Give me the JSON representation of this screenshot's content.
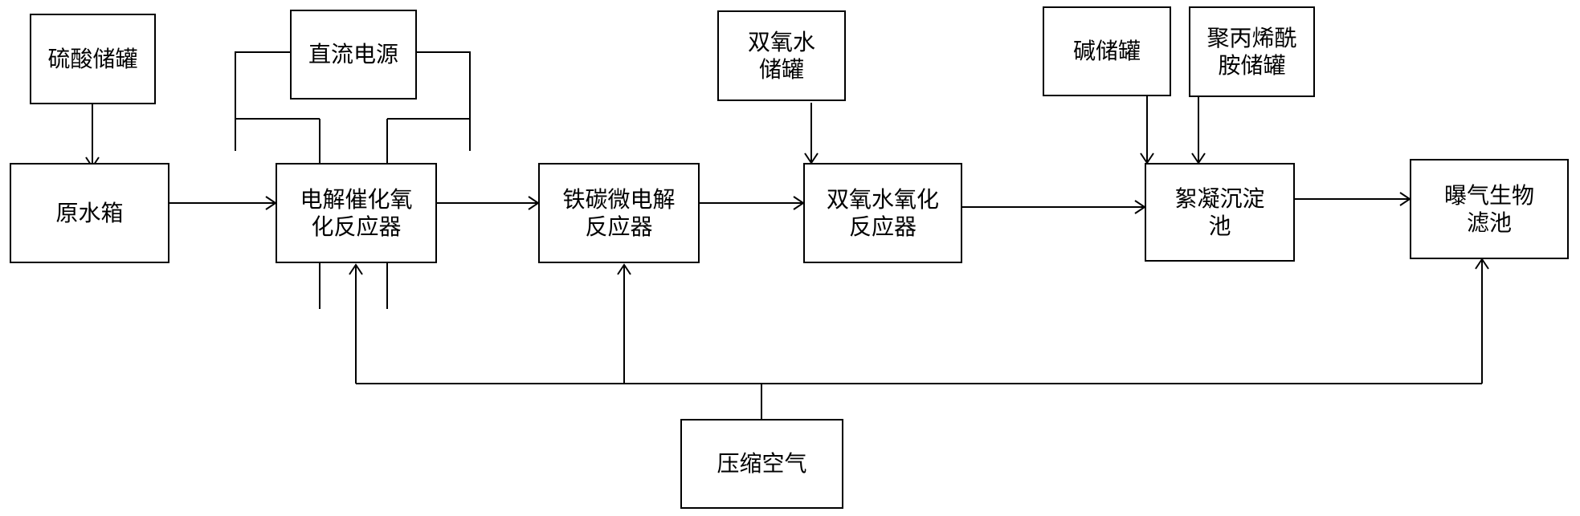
{
  "nodes": {
    "sulfuric_tank": "硫酸储罐",
    "dc_power": "直流电源",
    "h2o2_tank": [
      "双氧水",
      "储罐"
    ],
    "alkali_tank": "碱储罐",
    "pam_tank": [
      "聚丙烯酰",
      "胺储罐"
    ],
    "raw_water": "原水箱",
    "electro_reactor": [
      "电解催化氧",
      "化反应器"
    ],
    "fe_c_reactor": [
      "铁碳微电解",
      "反应器"
    ],
    "h2o2_reactor": [
      "双氧水氧化",
      "反应器"
    ],
    "flocculation": [
      "絮凝沉淀",
      "池"
    ],
    "baf": [
      "曝气生物",
      "滤池"
    ],
    "compressed_air": "压缩空气"
  }
}
